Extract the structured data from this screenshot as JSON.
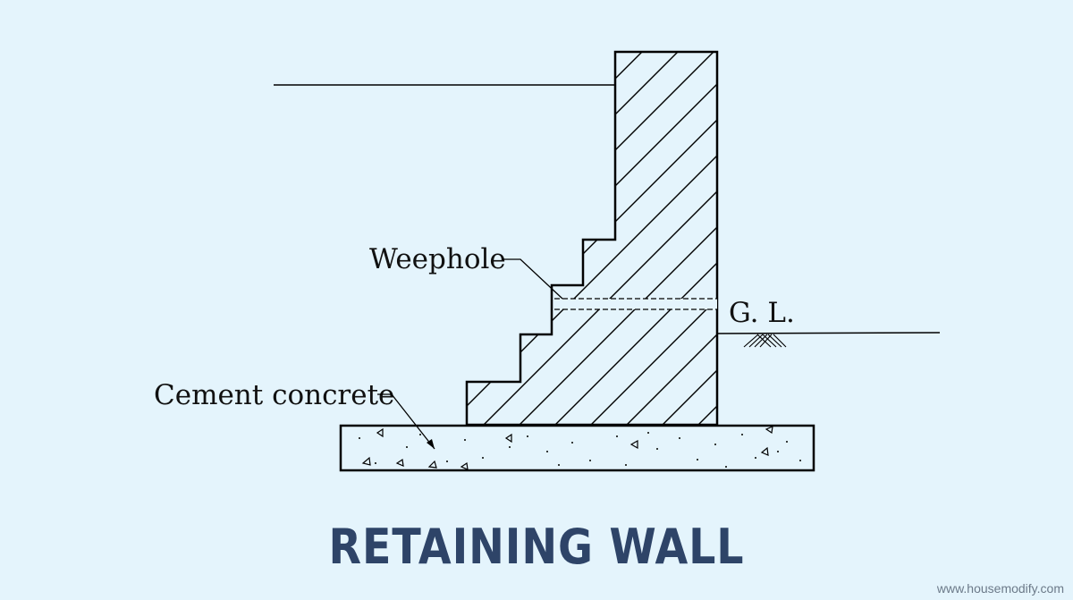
{
  "labels": {
    "weephole": "Weephole",
    "ground_level": "G. L.",
    "cement_concrete": "Cement concrete"
  },
  "title": "RETAINING WALL",
  "watermark": "www.housemodify.com",
  "colors": {
    "background": "#e4f4fc",
    "line": "#000000",
    "title": "#2e4468"
  }
}
